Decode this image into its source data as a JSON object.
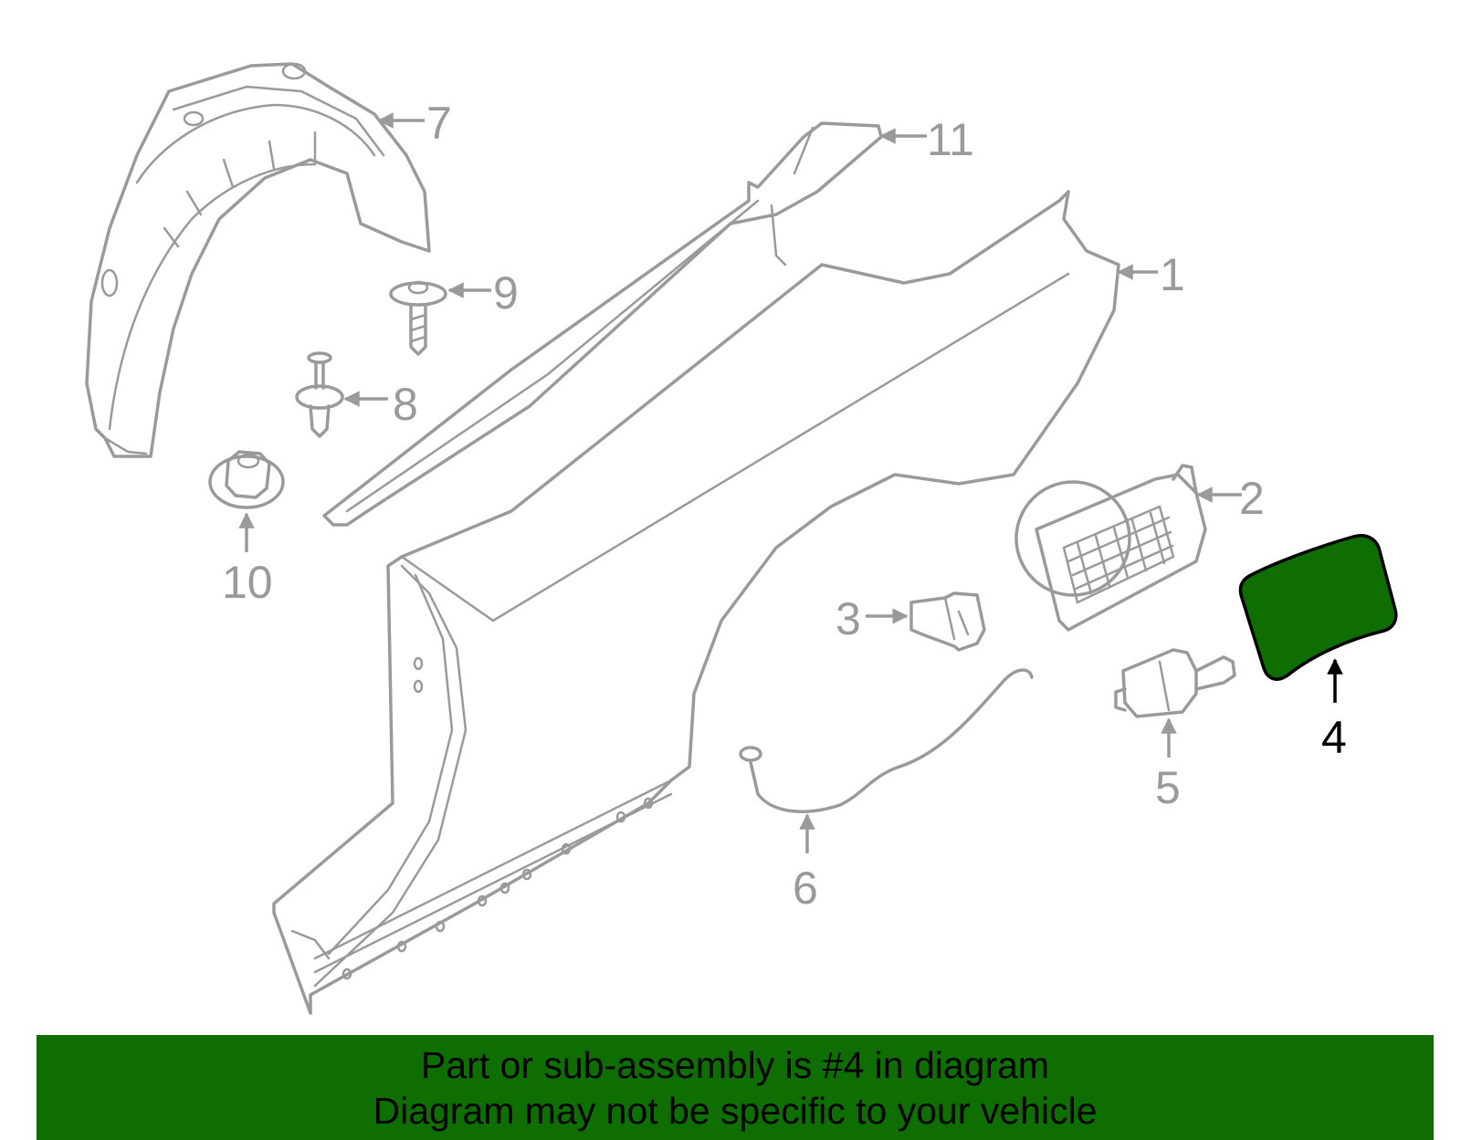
{
  "callouts": {
    "c1": "1",
    "c2": "2",
    "c3": "3",
    "c4": "4",
    "c5": "5",
    "c6": "6",
    "c7": "7",
    "c8": "8",
    "c9": "9",
    "c10": "10",
    "c11": "11"
  },
  "highlight": {
    "part": "4",
    "color": "#0f6e00"
  },
  "banner": {
    "line1": "Part or sub-assembly is #4 in diagram",
    "line2": "Diagram may not be specific to your vehicle",
    "background": "#0f6e00"
  },
  "colors": {
    "parts": "#9a9a9a",
    "highlight_outline": "#000000"
  }
}
